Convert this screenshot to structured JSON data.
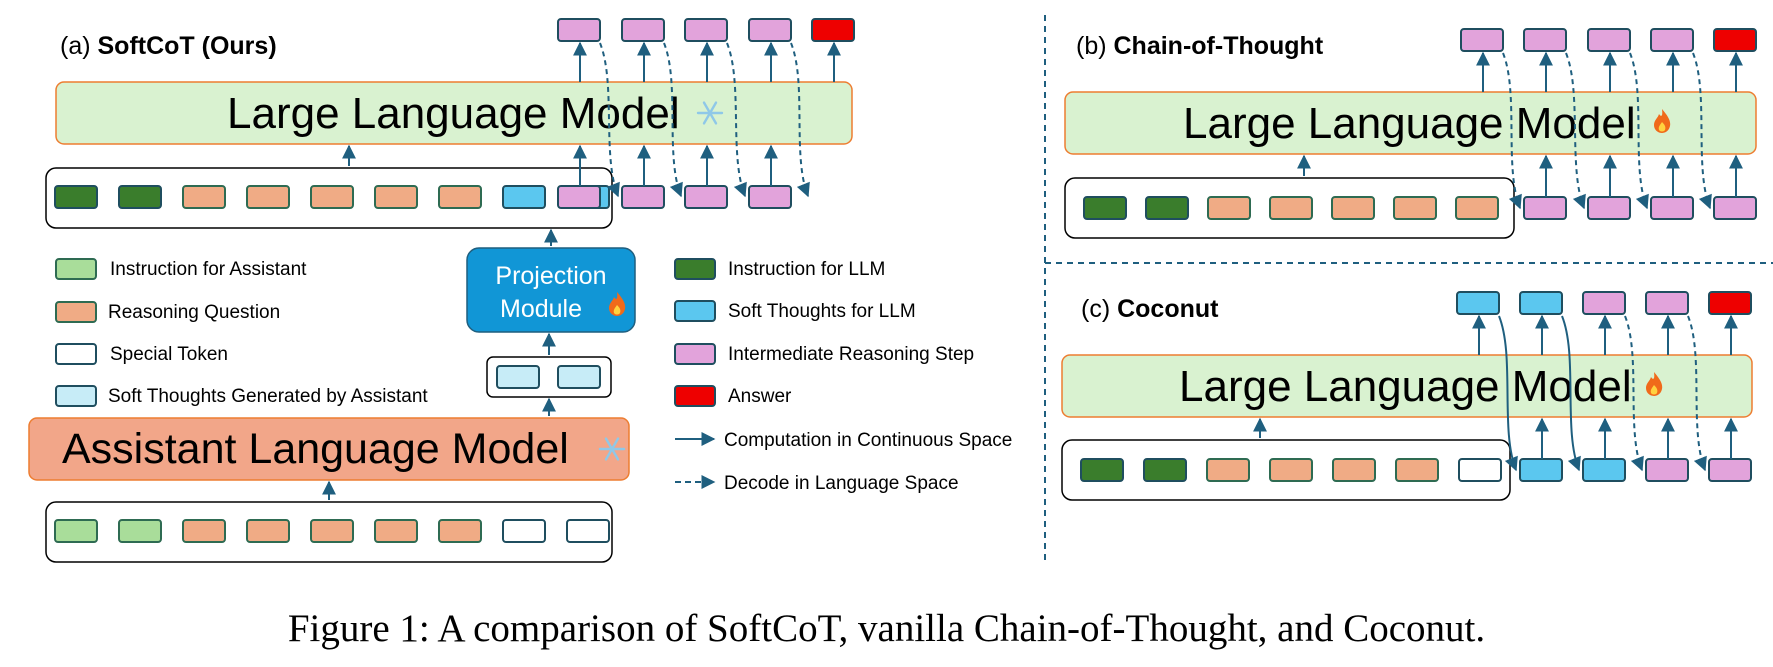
{
  "panels": {
    "a": {
      "letter": "(a) ",
      "title": "SoftCoT (Ours)"
    },
    "b": {
      "letter": "(b) ",
      "title": "Chain-of-Thought"
    },
    "c": {
      "letter": "(c) ",
      "title": "Coconut"
    }
  },
  "llm_label": "Large Language Model",
  "assistant_label": "Assistant Language Model",
  "projection_label_line1": "Projection",
  "projection_label_line2": "Module",
  "icons": {
    "frozen": "snowflake-icon",
    "trainable": "fire-icon"
  },
  "legend_left": [
    {
      "key": "instruction_assistant",
      "label": "Instruction for Assistant"
    },
    {
      "key": "reasoning_question",
      "label": "Reasoning Question"
    },
    {
      "key": "special_token",
      "label": "Special Token"
    },
    {
      "key": "soft_thoughts_assistant",
      "label": "Soft Thoughts Generated by Assistant"
    }
  ],
  "legend_right": [
    {
      "key": "instruction_llm",
      "label": "Instruction for LLM"
    },
    {
      "key": "soft_thoughts_llm",
      "label": "Soft Thoughts for LLM"
    },
    {
      "key": "intermediate_step",
      "label": "Intermediate Reasoning Step"
    },
    {
      "key": "answer",
      "label": "Answer"
    },
    {
      "key": "continuous",
      "label": "Computation in Continuous Space"
    },
    {
      "key": "decode",
      "label": "Decode in Language Space"
    }
  ],
  "token_colors": {
    "instruction_assistant": {
      "fill": "#a9dd9a",
      "stroke": "#2e6b52"
    },
    "reasoning_question": {
      "fill": "#f0ab85",
      "stroke": "#2e6b52"
    },
    "special_token": {
      "fill": "#ffffff",
      "stroke": "#1f4e5f"
    },
    "soft_thoughts_assistant": {
      "fill": "#c7ecf7",
      "stroke": "#1f4e5f"
    },
    "instruction_llm": {
      "fill": "#3a7d2c",
      "stroke": "#1f4e5f"
    },
    "soft_thoughts_llm": {
      "fill": "#5bc7ef",
      "stroke": "#1f4e5f"
    },
    "intermediate_step": {
      "fill": "#e2a3db",
      "stroke": "#1f4e5f"
    },
    "answer": {
      "fill": "#ee0000",
      "stroke": "#1f4e5f"
    }
  },
  "colors": {
    "llm_fill": "#d9f2d0",
    "llm_stroke": "#ed7d31",
    "assistant_fill": "#f2a689",
    "projection_fill": "#1196d6",
    "arrow": "#1f5f7f"
  },
  "caption": "Figure 1: A comparison of SoftCoT, vanilla Chain-of-Thought, and Coconut."
}
